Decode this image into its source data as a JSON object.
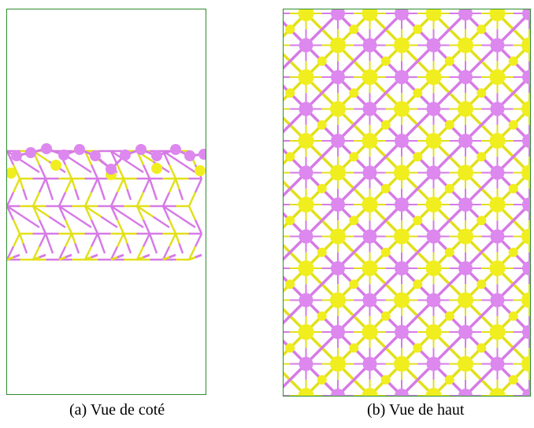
{
  "figure": {
    "panels": [
      {
        "caption": "(a)  Vue de coté",
        "view": "side"
      },
      {
        "caption": "(b)  Vue de haut",
        "view": "top"
      }
    ]
  },
  "colors": {
    "atom_magenta": "#dd88ee",
    "atom_yellow": "#f0ee1e",
    "bond_magenta": "#d67ae6",
    "bond_yellow": "#e2e01a",
    "frame": "#2e8b2e"
  }
}
